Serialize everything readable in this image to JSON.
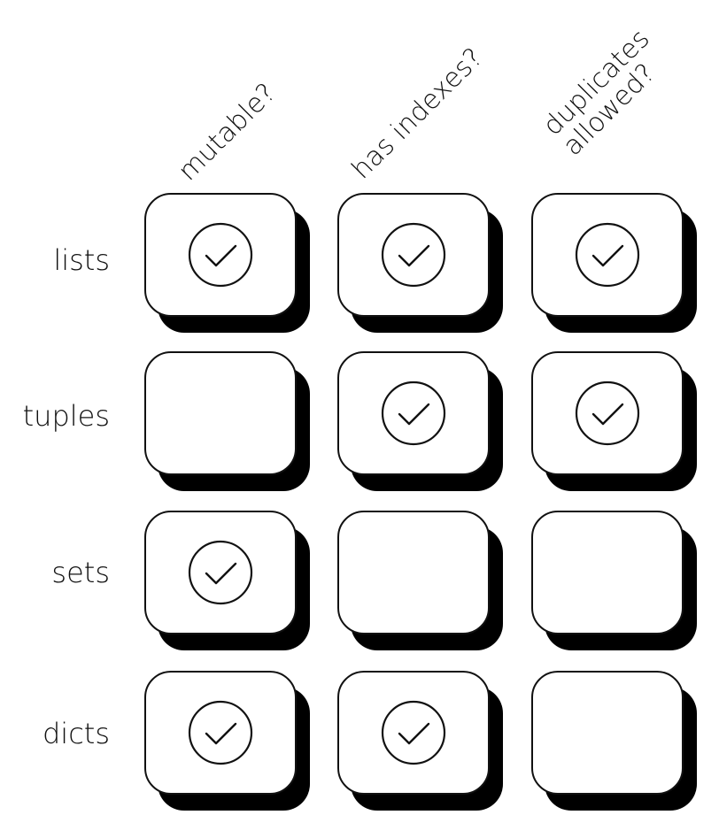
{
  "columns": [
    {
      "id": "mutable",
      "lines": [
        "mutable?"
      ]
    },
    {
      "id": "has-indexes",
      "lines": [
        "has indexes?"
      ]
    },
    {
      "id": "duplicates-allowed",
      "lines": [
        "duplicates",
        "allowed?"
      ]
    }
  ],
  "rows": [
    {
      "label": "lists",
      "checks": [
        true,
        true,
        true
      ]
    },
    {
      "label": "tuples",
      "checks": [
        false,
        true,
        true
      ]
    },
    {
      "label": "sets",
      "checks": [
        true,
        false,
        false
      ]
    },
    {
      "label": "dicts",
      "checks": [
        true,
        true,
        false
      ]
    }
  ],
  "colors": {
    "background": "#ffffff",
    "ink": "#111111",
    "shadow": "#000000"
  },
  "icons": {
    "checked": "check-circle-icon"
  }
}
